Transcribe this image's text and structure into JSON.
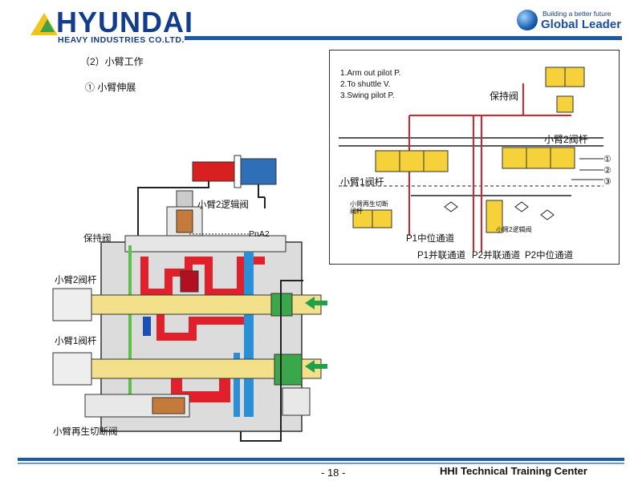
{
  "header": {
    "brand_name": "HYUNDAI",
    "brand_sub": "HEAVY INDUSTRIES CO.LTD.",
    "tagline": "Building a better future",
    "slogan": "Global Leader",
    "brand_color": "#123c8c"
  },
  "section": {
    "title": "（2）小臂工作",
    "subtitle": "① 小臂伸展"
  },
  "schematic": {
    "notes": [
      "1.Arm out pilot P.",
      "2.To shuttle V.",
      "3.Swing pilot P."
    ],
    "holding_valve": "保持阀",
    "arm2_spool": "小臂2阀杆",
    "arm1_spool": "小臂1阀杆",
    "regen_cutoff_spool": "小臂再生切断阀杆",
    "arm2_logic_valve": "小臂2逻辑阀",
    "p1_center": "P1中位通道",
    "p1_parallel": "P1并联通道",
    "p2_parallel": "P2并联通道",
    "p2_center": "P2中位通道",
    "port_numbers": [
      "①",
      "②",
      "③"
    ]
  },
  "valve": {
    "arm2_logic_valve": "小臂2逻辑阀",
    "pna2": "PnA2",
    "holding_valve": "保持阀",
    "arm2_spool": "小臂2阀杆",
    "arm1_spool": "小臂1阀杆",
    "regen_cutoff_valve": "小臂再生切断阀",
    "colors": {
      "pressure": "#e0202a",
      "return": "#2b8fd6",
      "spool": "#f2e08a",
      "body": "#dcdcdc"
    }
  },
  "footer": {
    "page": "- 18 -",
    "center": "HHI Technical Training Center"
  }
}
